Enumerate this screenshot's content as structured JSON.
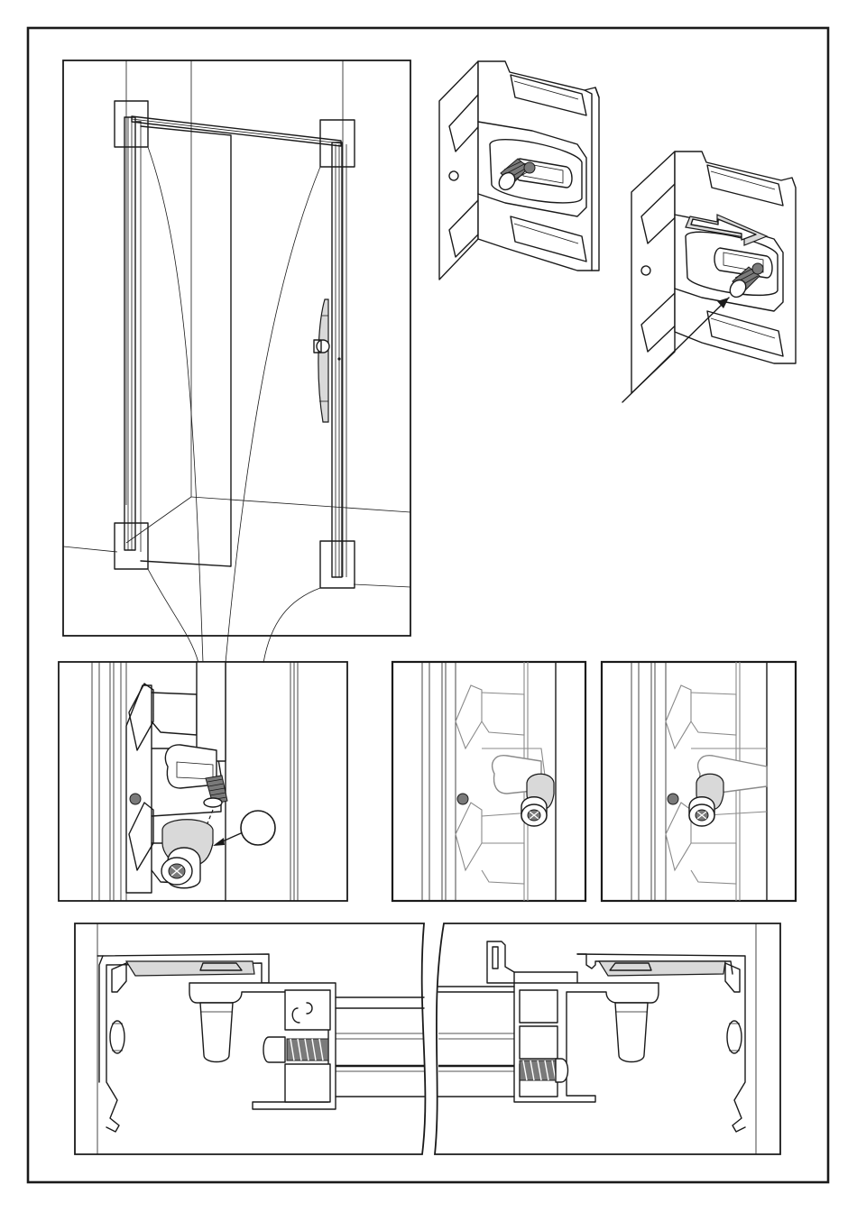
{
  "figure": {
    "kind": "assembly-instruction-drawing",
    "text_labels": [],
    "colors": {
      "line": "#1a1a1a",
      "paper": "#ffffff",
      "shade": "#d9d9d9",
      "grey_line": "#8a8a8a"
    },
    "panels": [
      {
        "id": "overview",
        "content": "door-frame-with-four-detail-boxes"
      },
      {
        "id": "bracket-unassembled",
        "content": "wall-bracket-with-threaded-stud"
      },
      {
        "id": "bracket-slide",
        "content": "wall-bracket-stud-slid-in-slot"
      },
      {
        "id": "detail-step-1",
        "content": "bracket-stud-and-cap-nut",
        "callout": "blank-circle"
      },
      {
        "id": "detail-step-2",
        "content": "cap-nut-fitted"
      },
      {
        "id": "detail-step-3",
        "content": "cap-nut-tightened"
      },
      {
        "id": "section-left",
        "content": "profile-cross-section-left"
      },
      {
        "id": "section-right",
        "content": "profile-cross-section-right"
      }
    ]
  }
}
